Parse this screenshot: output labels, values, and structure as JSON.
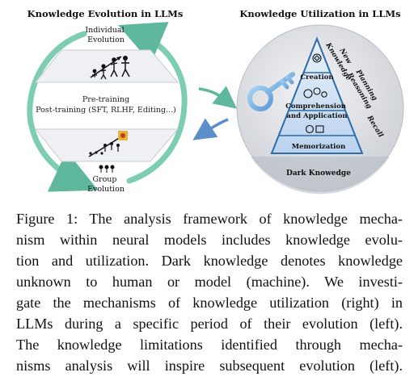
{
  "left_panel": {
    "title": "Knowledge Evolution in LLMs",
    "top_label": [
      "Individual",
      "Evolution"
    ],
    "pretraining": "Pre-training",
    "posttraining": "Post-training (SFT, RLHF, Editing...)",
    "bottom_label": [
      "Group",
      "Evolution"
    ]
  },
  "right_panel": {
    "title": "Knowledge Utilization in LLMs",
    "levels": {
      "top": "Creation",
      "middle": [
        "Comprehension",
        "and Application"
      ],
      "bottom": "Memorization"
    },
    "side_labels": {
      "outer": [
        "New",
        "Knowledge"
      ],
      "middle": [
        "Planning",
        "Reasoning"
      ],
      "inner": "Recall"
    },
    "dark_knowledge": "Dark Knowedge"
  },
  "caption_lines": [
    "Figure 1: The analysis framework of knowledge mecha-",
    "nism within neural models includes knowledge evolu-",
    "tion and utilization. Dark knowledge denotes knowledge",
    "unknown to human or model (machine).  We investi-",
    "gate the mechanisms of knowledge utilization (right) in",
    "LLMs during a specific period of their evolution (left).",
    "The knowledge limitations identified through mecha-",
    "nisms analysis will inspire subsequent evolution (left)."
  ],
  "colors": {
    "teal": "#5fb89e",
    "blue": "#4a7fbd",
    "light_blue": "#cfe0f3",
    "pyramid_edge": "#2e6ba8",
    "circle_gray": "#d6d9de"
  }
}
